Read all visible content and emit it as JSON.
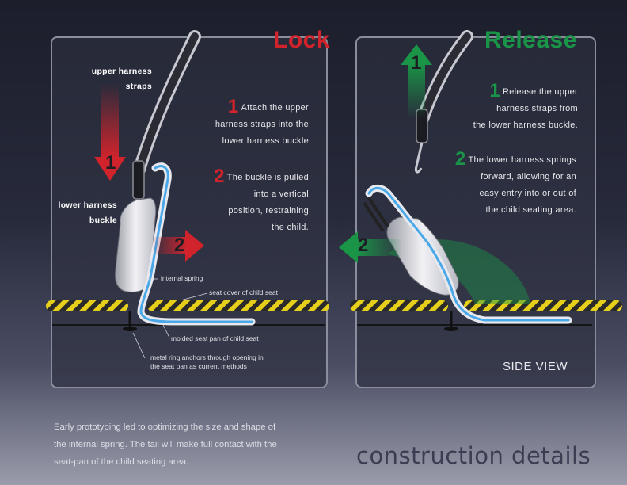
{
  "lock": {
    "title": "Lock",
    "upper_label_line1": "upper harness",
    "upper_label_line2": "straps",
    "lower_label_line1": "lower harness",
    "lower_label_line2": "buckle",
    "arrow1": "1",
    "arrow2": "2",
    "step1_num": "1",
    "step1_l1": "Attach the upper",
    "step1_l2": "harness straps into the",
    "step1_l3": "lower harness buckle",
    "step2_num": "2",
    "step2_l1": "The buckle is pulled",
    "step2_l2": "into a vertical",
    "step2_l3": "position, restraining",
    "step2_l4": "the child.",
    "callout_spring": "internal spring",
    "callout_seat_cover": "seat cover of child seat",
    "callout_seat_pan": "molded seat pan of child seat",
    "callout_ring_l1": "metal ring anchors through opening in",
    "callout_ring_l2": "the seat pan as current methods"
  },
  "release": {
    "title": "Release",
    "arrow1": "1",
    "arrow2": "2",
    "step1_num": "1",
    "step1_l1": "Release the upper",
    "step1_l2": "harness straps from",
    "step1_l3": "the lower harness buckle.",
    "step2_num": "2",
    "step2_l1": "The lower harness springs",
    "step2_l2": "forward, allowing for an",
    "step2_l3": "easy entry into or out of",
    "step2_l4": "the child seating area.",
    "side_view": "SIDE VIEW"
  },
  "footer": {
    "line1": "Early prototyping led to optimizing the size and shape of",
    "line2": "the internal spring.  The tail will make full contact with the",
    "line3": "seat-pan of the child seating area.",
    "heading": "construction details"
  },
  "colors": {
    "lock_red": "#d0232c",
    "release_green": "#1a9447",
    "spring_blue": "#4aa8e8",
    "seat_yellow": "#e6cf1b"
  }
}
